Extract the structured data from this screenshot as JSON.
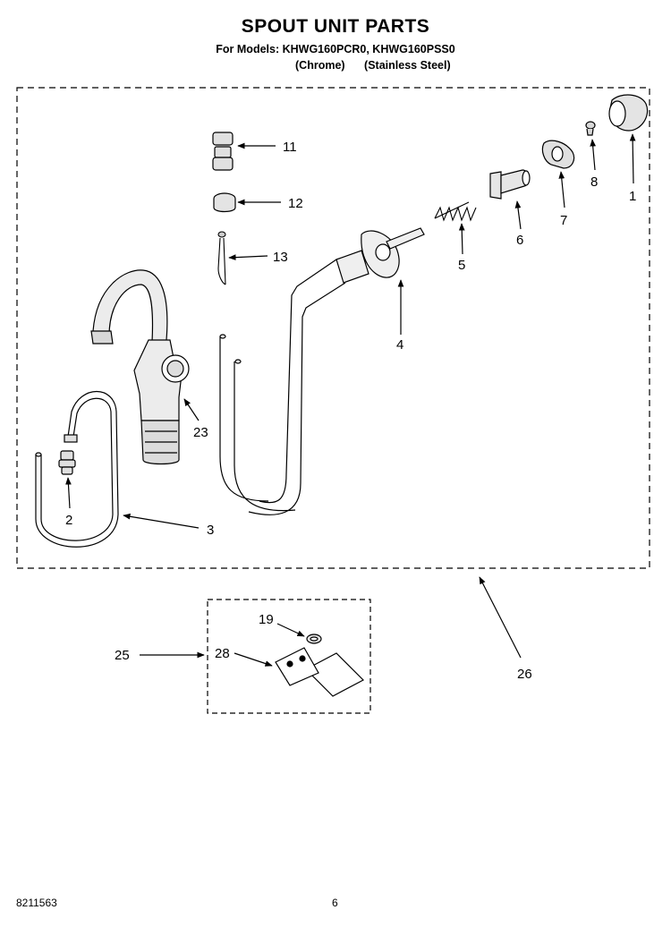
{
  "header": {
    "title": "SPOUT UNIT PARTS",
    "models": "For Models: KHWG160PCR0, KHWG160PSS0",
    "finish_1": "(Chrome)",
    "finish_2": "(Stainless Steel)"
  },
  "callouts": {
    "p1": "1",
    "p2": "2",
    "p3": "3",
    "p4": "4",
    "p5": "5",
    "p6": "6",
    "p7": "7",
    "p8": "8",
    "p11": "11",
    "p12": "12",
    "p13": "13",
    "p19": "19",
    "p23": "23",
    "p25": "25",
    "p26": "26",
    "p28": "28"
  },
  "footer": {
    "doc_number": "8211563",
    "page_number": "6"
  }
}
